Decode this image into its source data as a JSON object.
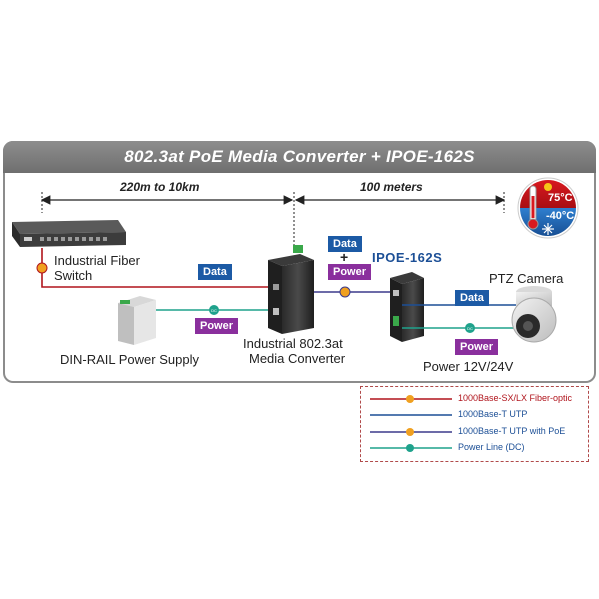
{
  "title": "802.3at PoE Media Converter + IPOE-162S",
  "distances": {
    "fiber": "220m to 10km",
    "utp": "100 meters"
  },
  "devices": {
    "switch": "Industrial Fiber Switch",
    "switch_line1": "Industrial Fiber",
    "switch_line2": "Switch",
    "psu": "DIN-RAIL Power Supply",
    "converter_line1": "Industrial 802.3at",
    "converter_line2": "Media Converter",
    "camera": "PTZ Camera",
    "splitter_model": "IPOE-162S",
    "splitter_power": "Power 12V/24V"
  },
  "tags": {
    "data": "Data",
    "power": "Power",
    "plus": "+"
  },
  "temperature": {
    "high": "75°C",
    "low": "-40°C"
  },
  "legend": [
    {
      "label": "1000Base-SX/LX Fiber-optic",
      "color": "#b0141c",
      "kind": "fiber"
    },
    {
      "label": "1000Base-T UTP",
      "color": "#1c4f96",
      "kind": "utp"
    },
    {
      "label": "1000Base-T UTP with PoE",
      "color": "#3b3a8c",
      "kind": "poe"
    },
    {
      "label": "Power Line (DC)",
      "color": "#1fa28c",
      "kind": "dc"
    }
  ],
  "colors": {
    "fiber": "#b0141c",
    "utp": "#1c4f96",
    "poe": "#3b3a8c",
    "dc": "#1fa28c",
    "data_tag": "#1c5aa5",
    "power_tag": "#8a2f9d"
  }
}
